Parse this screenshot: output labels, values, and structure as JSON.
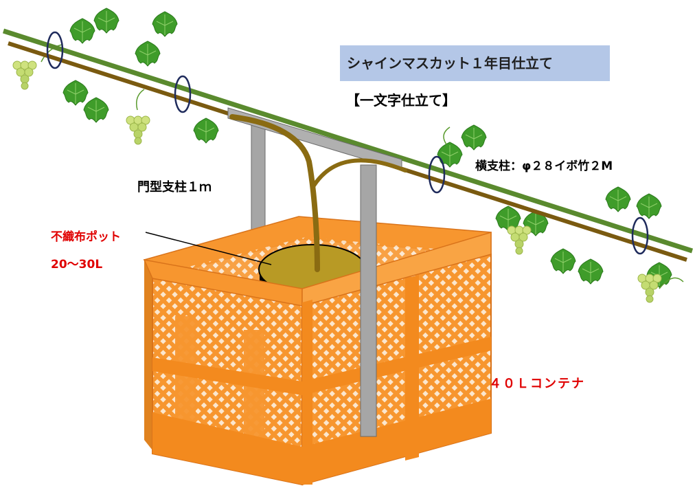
{
  "title": "シャインマスカット１年目仕立て",
  "subtitle": "【一文字仕立て】",
  "labels": {
    "gate_post": "門型支柱１ｍ",
    "horizontal_bar": "横支柱：φ２８イボ竹２M",
    "pot": "不織布ポット",
    "pot_size": "20〜30L",
    "container": "４０Ｌコンテナ"
  },
  "colors": {
    "title_bg": "#b4c7e7",
    "bar_green": "#5a8a2e",
    "bar_brown": "#7a5a10",
    "post_gray": "#a6a6a6",
    "vine": "#8a6b12",
    "pot_top": "#b89a25",
    "container_orange": "#f7962f",
    "label_red": "#e00000",
    "ring_navy": "#1f2b5c",
    "grape": "#c4dc72",
    "leaf": "#3f9c2a"
  },
  "icons": [
    "grape-cluster-icon",
    "grape-leaf-icon",
    "tie-ring-icon"
  ]
}
